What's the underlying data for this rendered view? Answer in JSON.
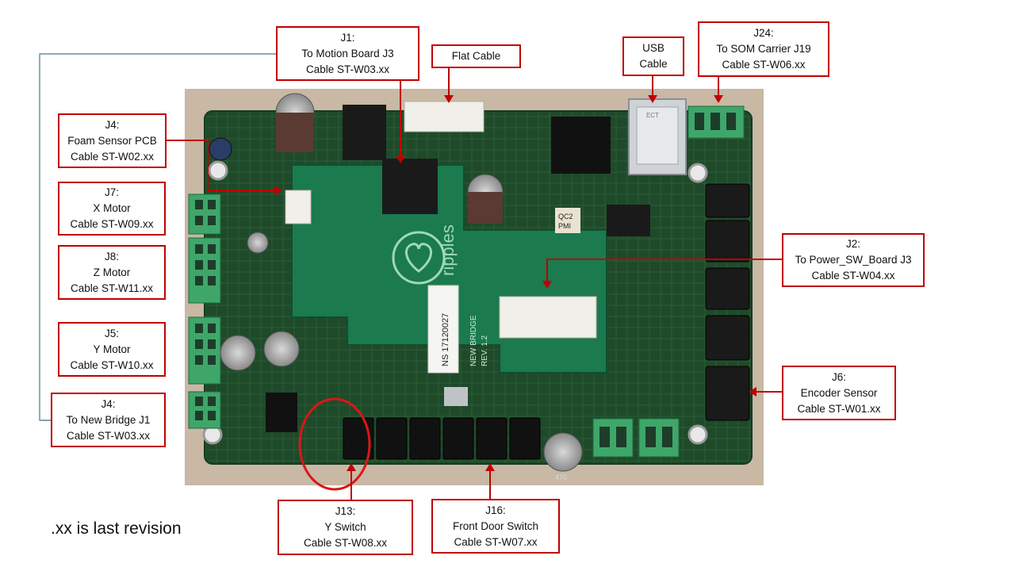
{
  "callouts": {
    "j1": {
      "lines": [
        "J1:",
        "To Motion Board J3",
        "Cable ST-W03.xx"
      ]
    },
    "flat": {
      "lines": [
        "Flat Cable"
      ]
    },
    "usb": {
      "lines": [
        "USB",
        "Cable"
      ]
    },
    "j24": {
      "lines": [
        "J24:",
        "To SOM Carrier J19",
        "Cable ST-W06.xx"
      ]
    },
    "j4foam": {
      "lines": [
        "J4:",
        "Foam Sensor PCB",
        "Cable ST-W02.xx"
      ]
    },
    "j7": {
      "lines": [
        "J7:",
        "X Motor",
        "Cable ST-W09.xx"
      ]
    },
    "j8": {
      "lines": [
        "J8:",
        "Z Motor",
        "Cable ST-W11.xx"
      ]
    },
    "j5": {
      "lines": [
        "J5:",
        "Y Motor",
        "Cable ST-W10.xx"
      ]
    },
    "j4bridge": {
      "lines": [
        "J4:",
        "To New Bridge J1",
        "Cable ST-W03.xx"
      ]
    },
    "j2": {
      "lines": [
        "J2:",
        "To Power_SW_Board J3",
        "Cable ST-W04.xx"
      ]
    },
    "j6": {
      "lines": [
        "J6:",
        "Encoder Sensor",
        "Cable ST-W01.xx"
      ]
    },
    "j13": {
      "lines": [
        "J13:",
        "Y Switch",
        "Cable ST-W08.xx"
      ]
    },
    "j16": {
      "lines": [
        "J16:",
        "Front Door Switch",
        "Cable ST-W07.xx"
      ]
    }
  },
  "footnote": ".xx is last revision",
  "board_print": {
    "brand": "ripples",
    "sticker": "NS 17120027",
    "bridge_line1": "NEW BRIDGE",
    "bridge_line2": "REV. 1.2",
    "chip_label": "QC2",
    "chip_label2": "PMI",
    "usb_print": "ECT",
    "cap_print": "470"
  },
  "colors": {
    "callout_border": "#c00000",
    "arrow": "#c00000",
    "leader_line": "#4a7a8a",
    "board_green": "#1f4a2a",
    "daughter_green": "#1b7a4e",
    "terminal_green": "#3fa66a",
    "background_photo": "#c8b8a4"
  }
}
